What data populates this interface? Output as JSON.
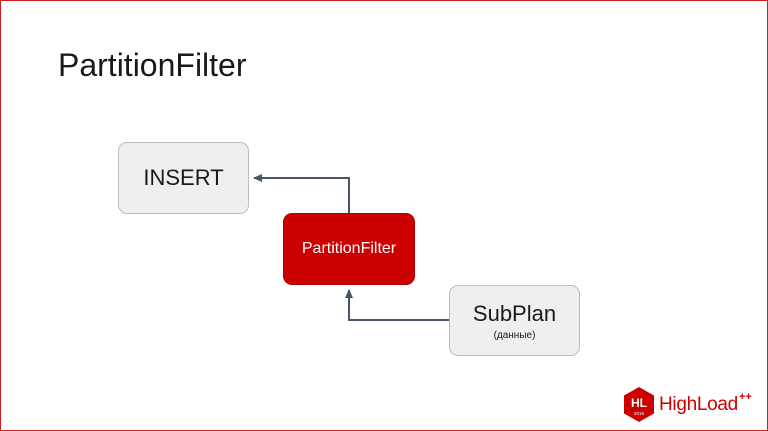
{
  "slide": {
    "title": "PartitionFilter"
  },
  "diagram": {
    "nodes": [
      {
        "id": "insert",
        "label": "INSERT"
      },
      {
        "id": "partition_filter",
        "label": "PartitionFilter"
      },
      {
        "id": "subplan",
        "label": "SubPlan",
        "sublabel": "(данные)"
      }
    ],
    "edges": [
      {
        "from": "subplan",
        "to": "partition_filter"
      },
      {
        "from": "partition_filter",
        "to": "insert"
      }
    ]
  },
  "logo": {
    "badge_letters": "HL",
    "badge_year": "2016",
    "brand": "HighLoad",
    "superscript": "++"
  },
  "colors": {
    "accent": "#cc0000",
    "node_fill": "#efefef",
    "node_border": "#bdbdbd",
    "arrow": "#4a5468"
  }
}
